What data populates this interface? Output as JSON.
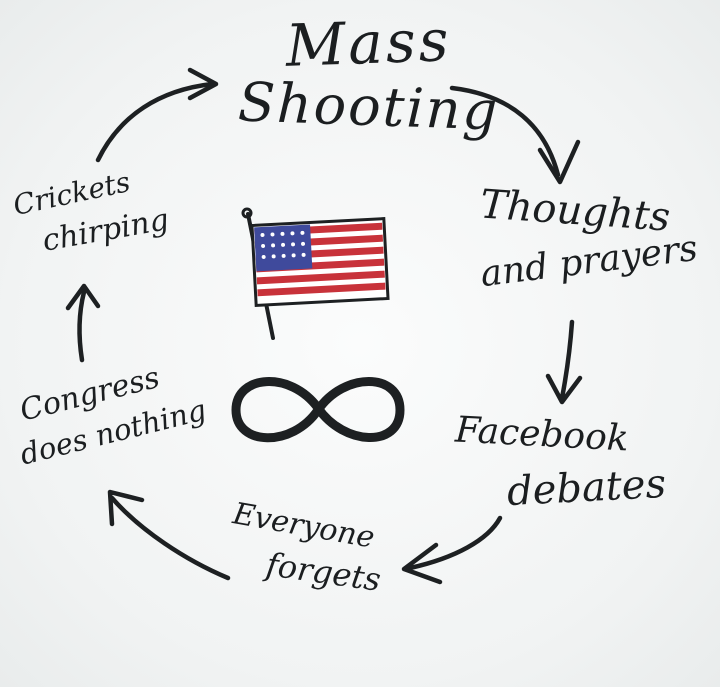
{
  "cycle": {
    "steps": [
      {
        "id": "mass-shooting",
        "lines": [
          "Mass",
          "Shooting"
        ]
      },
      {
        "id": "thoughts-and-prayers",
        "lines": [
          "Thoughts",
          "and prayers"
        ]
      },
      {
        "id": "facebook-debates",
        "lines": [
          "Facebook",
          "debates"
        ]
      },
      {
        "id": "everyone-forgets",
        "lines": [
          "Everyone",
          "forgets"
        ]
      },
      {
        "id": "congress-does-nothing",
        "lines": [
          "Congress",
          "does nothing"
        ]
      },
      {
        "id": "crickets-chirping",
        "lines": [
          "Crickets",
          "chirping"
        ]
      }
    ]
  },
  "center": {
    "flag": "us-flag-icon",
    "symbol": "infinity-icon"
  },
  "colors": {
    "ink": "#1b1e20",
    "flag_red": "#c8323a",
    "flag_blue": "#3f4a9c",
    "flag_white": "#ffffff"
  }
}
